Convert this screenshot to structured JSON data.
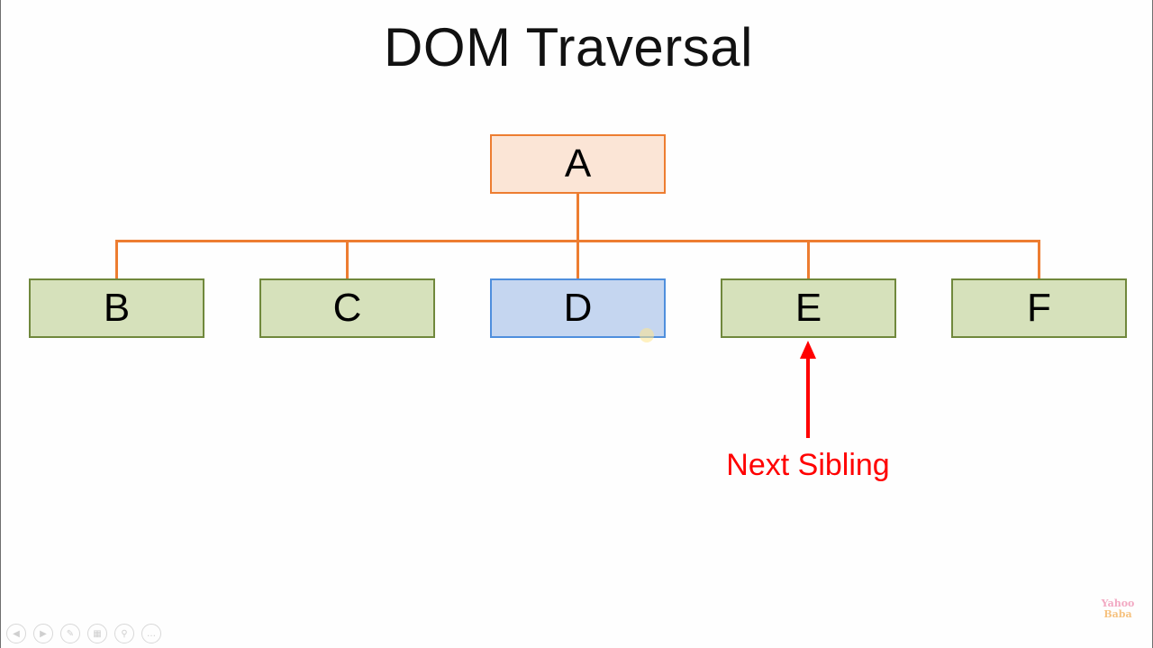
{
  "title": "DOM Traversal",
  "nodes": {
    "a": "A",
    "b": "B",
    "c": "C",
    "d": "D",
    "e": "E",
    "f": "F"
  },
  "annotation": "Next Sibling",
  "colors": {
    "connector": "#ed7d31",
    "parent_fill": "#fbe5d6",
    "parent_border": "#ed7d31",
    "child_fill": "#d6e1bb",
    "child_border": "#70883c",
    "selected_fill": "#c5d6f0",
    "selected_border": "#4f8fdd",
    "annotation": "#ff0000"
  },
  "controls": [
    "prev-icon",
    "next-icon",
    "pen-icon",
    "slides-icon",
    "zoom-icon",
    "more-icon"
  ],
  "logo": {
    "line1": "Yahoo",
    "line2": "Baba"
  }
}
